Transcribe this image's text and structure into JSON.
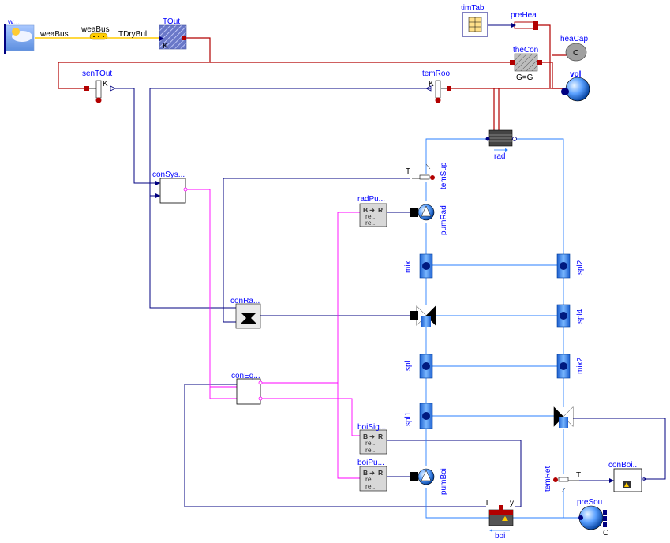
{
  "colors": {
    "signal": "#000080",
    "heat": "#b20000",
    "boolean": "#ff00ff",
    "fluid": "#2a7fff",
    "bus": "#ffcc00",
    "label": "#0000ff"
  },
  "components": {
    "weaDat": "w...",
    "weaBus1": "weaBus",
    "weaBus2": "weaBus",
    "tDryBul": "TDryBul",
    "tOut": "TOut",
    "tOutK": "K",
    "senTOut": "senTOut",
    "senTOutK": "K",
    "temRoo": "temRoo",
    "temRooK": "K",
    "timTab": "timTab",
    "preHea": "preHea",
    "heaCap": "heaCap",
    "heaCapC": "C",
    "theCon": "theCon",
    "theConG": "G=G",
    "vol": "vol",
    "rad": "rad",
    "temSup": "temSup",
    "temSupT": "T",
    "conSys": "conSys...",
    "radPu": "radPu...",
    "radPuB": "B",
    "radPuR": "R",
    "radPuRe1": "re...",
    "radPuRe2": "re...",
    "pumRad": "pumRad",
    "mix": "mix",
    "spl2": "spl2",
    "conRa": "conRa...",
    "spl4": "spl4",
    "spl": "spl",
    "mix2": "mix2",
    "conEq": "conEq...",
    "spl1": "spl1",
    "boiSig": "boiSig...",
    "boiSigB": "B",
    "boiSigR": "R",
    "boiSigRe1": "re...",
    "boiSigRe2": "re...",
    "boiPu": "boiPu...",
    "boiPuB": "B",
    "boiPuR": "R",
    "boiPuRe1": "re...",
    "boiPuRe2": "re...",
    "pumBoi": "pumBoi",
    "temRet": "temRet",
    "temRetT": "T",
    "conBoi": "conBoi...",
    "preSou": "preSou",
    "preSouC": "C",
    "boi": "boi",
    "boiT": "T",
    "boiY": "y"
  }
}
